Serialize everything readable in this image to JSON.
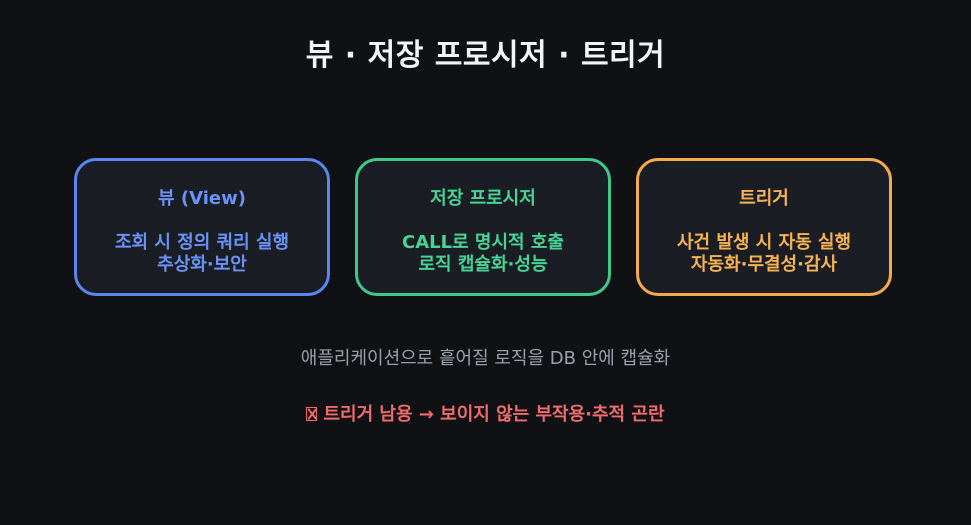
{
  "title": "뷰 · 저장 프로시저 · 트리거",
  "cards": [
    {
      "title": "뷰 (View)",
      "line1": "조회 시 정의 쿼리 실행",
      "line2": "추상화·보안",
      "color": "#6a93f7"
    },
    {
      "title": "저장 프로시저",
      "line1": "CALL로 명시적 호출",
      "line2": "로직 캡슐화·성능",
      "color": "#48d494"
    },
    {
      "title": "트리거",
      "line1": "사건 발생 시 자동 실행",
      "line2": "자동화·무결성·감사",
      "color": "#f7b352"
    }
  ],
  "note": "애플리케이션으로 흩어질 로직을 DB 안에 캡슐화",
  "warning": {
    "icon": "warning-box-icon",
    "text": "트리거 남용 → 보이지 않는 부작용·추적 곤란",
    "color": "#f06b6b"
  }
}
